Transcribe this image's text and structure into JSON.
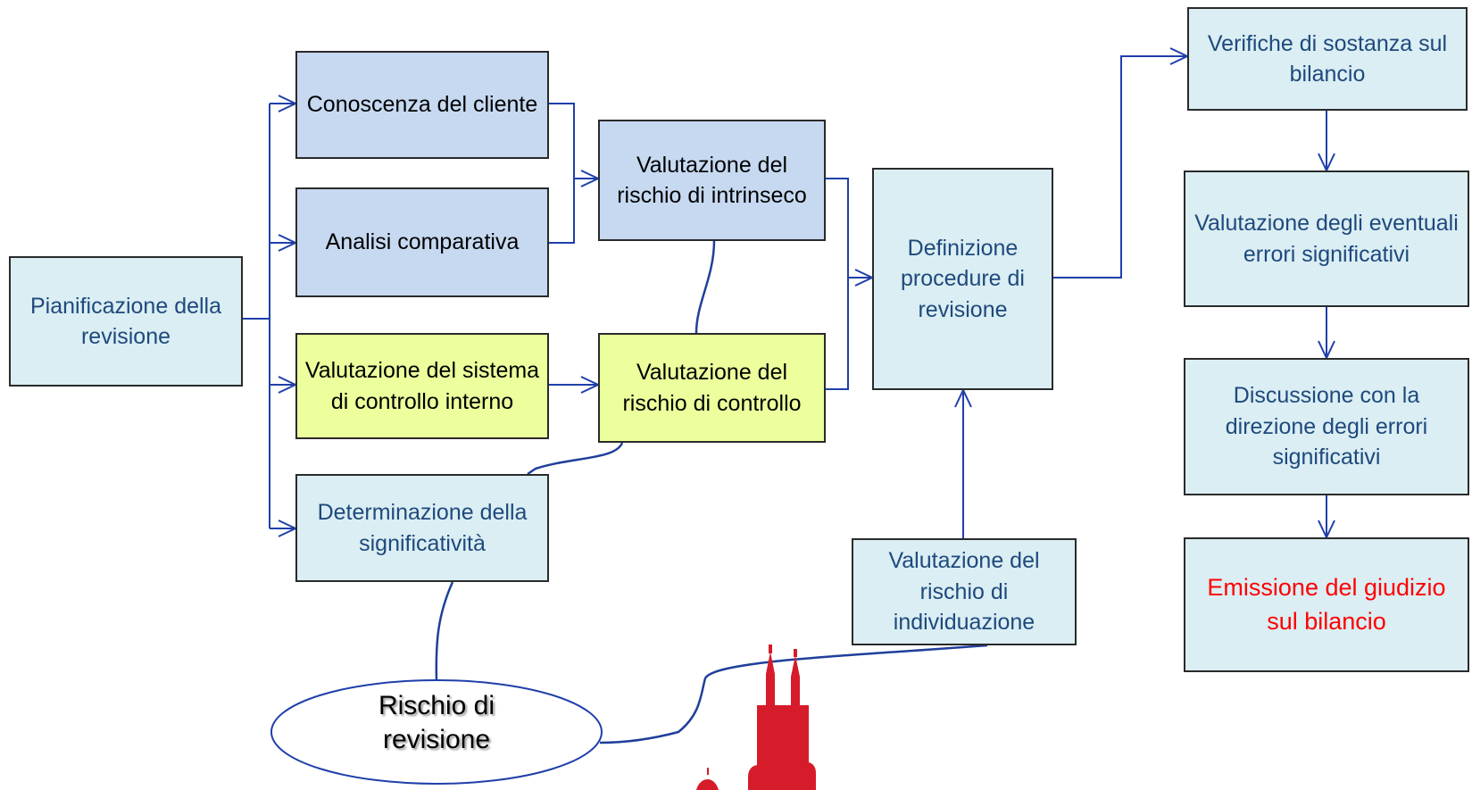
{
  "boxes": {
    "pianificazione": "Pianificazione della revisione",
    "conoscenza": "Conoscenza del cliente",
    "analisi": "Analisi comparativa",
    "val_sistema": "Valutazione del sistema di controllo interno",
    "determinazione": "Determinazione della significatività",
    "rischio_intrinseco": "Valutazione del rischio di intrinseco",
    "rischio_controllo": "Valutazione del rischio di controllo",
    "definizione": "Definizione procedure di revisione",
    "rischio_individuazione": "Valutazione del rischio di individuazione",
    "verifiche": "Verifiche di sostanza sul bilancio",
    "valutazione_errori": "Valutazione degli eventuali errori significativi",
    "discussione": "Discussione con la direzione degli errori significativi",
    "emissione": "Emissione del giudizio sul bilancio"
  },
  "ellipse_label": "Rischio di revisione",
  "colors": {
    "connector": "#1f3faa",
    "curve": "#1f3f9a",
    "light_blue_fill": "#daeef3",
    "steel_blue_fill": "#c6d9f1",
    "lime_fill": "#ebff9c",
    "logo_red": "#d61c2a",
    "highlight_text": "#ff0000"
  },
  "icons": [
    "arrow-icon",
    "cathedral-logo-icon"
  ]
}
